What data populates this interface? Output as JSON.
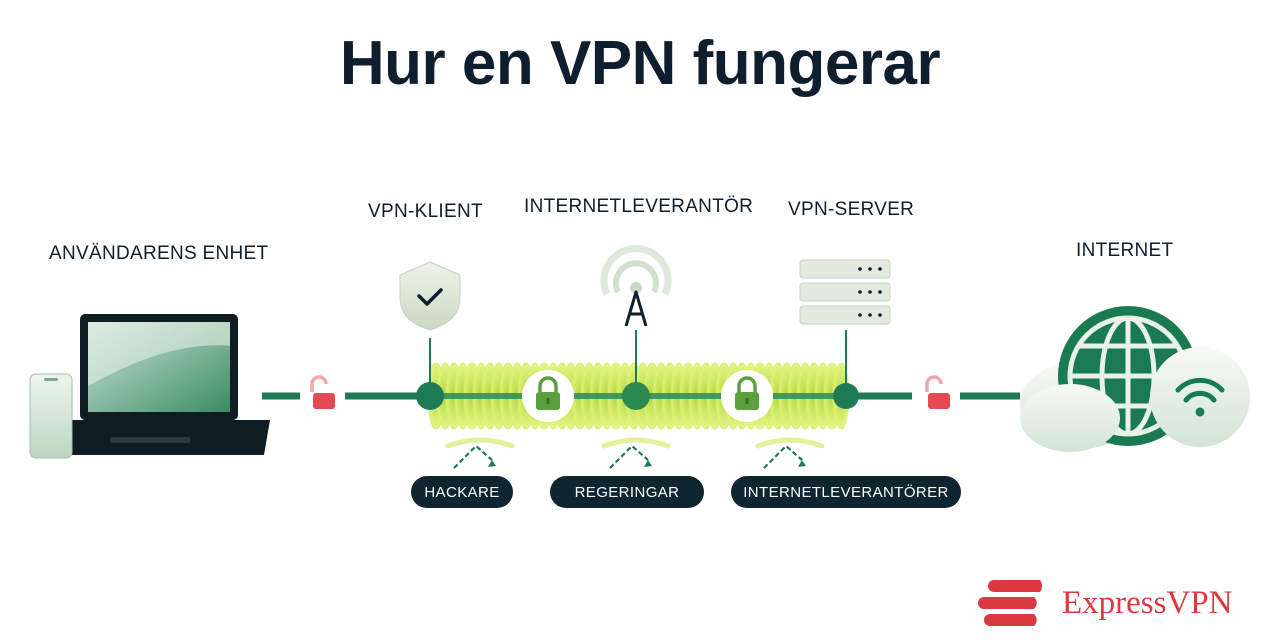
{
  "title": "Hur en VPN fungerar",
  "labels": {
    "device": "ANVÄNDARENS ENHET",
    "client": "VPN-KLIENT",
    "isp": "INTERNETLEVERANTÖR",
    "server": "VPN-SERVER",
    "internet": "INTERNET"
  },
  "threats": [
    "HACKARE",
    "REGERINGAR",
    "INTERNETLEVERANTÖRER"
  ],
  "brand": "ExpressVPN",
  "colors": {
    "title": "#0f1e2e",
    "line": "#1e7a55",
    "tunnel": "#c9e84a",
    "lock_open": "#e24a54",
    "lock_closed": "#5aa13e",
    "pill": "#0f2530",
    "brand": "#da3940"
  },
  "icons": {
    "device": "laptop-and-phone-icon",
    "client": "shield-check-icon",
    "isp": "radio-tower-icon",
    "server": "server-rack-icon",
    "internet": "globe-cloud-wifi-icon",
    "unencrypted": "open-padlock-icon",
    "encrypted": "closed-padlock-icon",
    "blocked": "deflected-arrow-icon",
    "brand": "expressvpn-logo-icon"
  }
}
